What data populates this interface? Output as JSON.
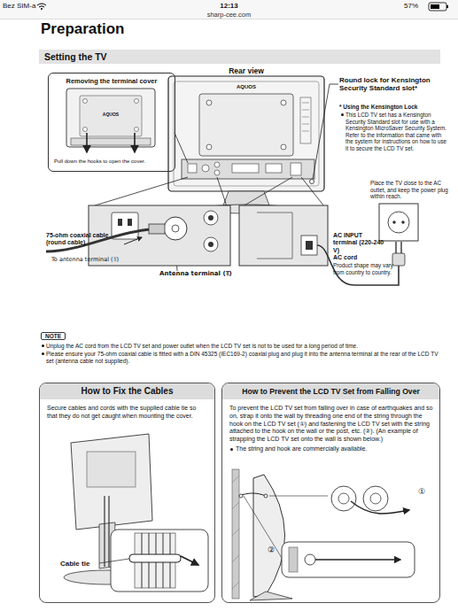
{
  "diagram": {
    "title": "Preparation",
    "nodes": [
      {
        "text": [
          "Setting the TV"
        ]
      },
      {
        "text": [
          "Removing the terminal cover",
          "Pull down the hooks to open the cover."
        ]
      },
      {
        "text": [
          "How to Fix the Cables",
          "Secure cables and cords with the supplied cable tie so that they do not get caught when mounting the cover."
        ]
      },
      {
        "text": [
          "How to Prevent the LCD TV Set from Falling Over",
          "To prevent the LCD TV set from falling over in case of earthquakes and so on, strap it onto the wall by threading one end of the string through the hook on the LCD TV set (①) and fastening the LCD TV set with the string attached to the hook on the wall or the post, etc. (②). (An example of strapping the LCD TV set onto the wall is shown below.)",
          "The string and hook are commercially available."
        ]
      }
    ],
    "labels": [
      "Bez SIM-a",
      "12:13",
      "57%",
      "sharp-cee.com",
      "Rear view",
      "AQUOS",
      "AQUOS",
      "Round lock for Kensington Security Standard slot*",
      "* Using the Kensington Lock",
      "This LCD TV set has a Kensington Security Standard slot for use with a Kensington MicroSaver Security System. Refer to the information that came with the system for instructions on how to use it to secure the LCD TV set.",
      "Place the TV close to the AC outlet, and keep the power plug within reach.",
      "75-ohm coaxial cable (round cable)",
      "To antenna terminal (⫪)",
      "Antenna terminal (⫪)",
      "AC INPUT terminal (220-240 V)",
      "AC cord",
      "Product shape may vary from country to country.",
      "NOTE",
      "Unplug the AC cord from the LCD TV set and power outlet when the LCD TV set is not to be used for a long period of time.",
      "Please ensure your 75-ohm coaxial cable is fitted with a DIN 45325 (IEC169-2) coaxial plug and plug it into the antenna terminal at the rear of the LCD TV set (antenna cable not supplied).",
      "Cable tie",
      "①",
      "②"
    ]
  }
}
